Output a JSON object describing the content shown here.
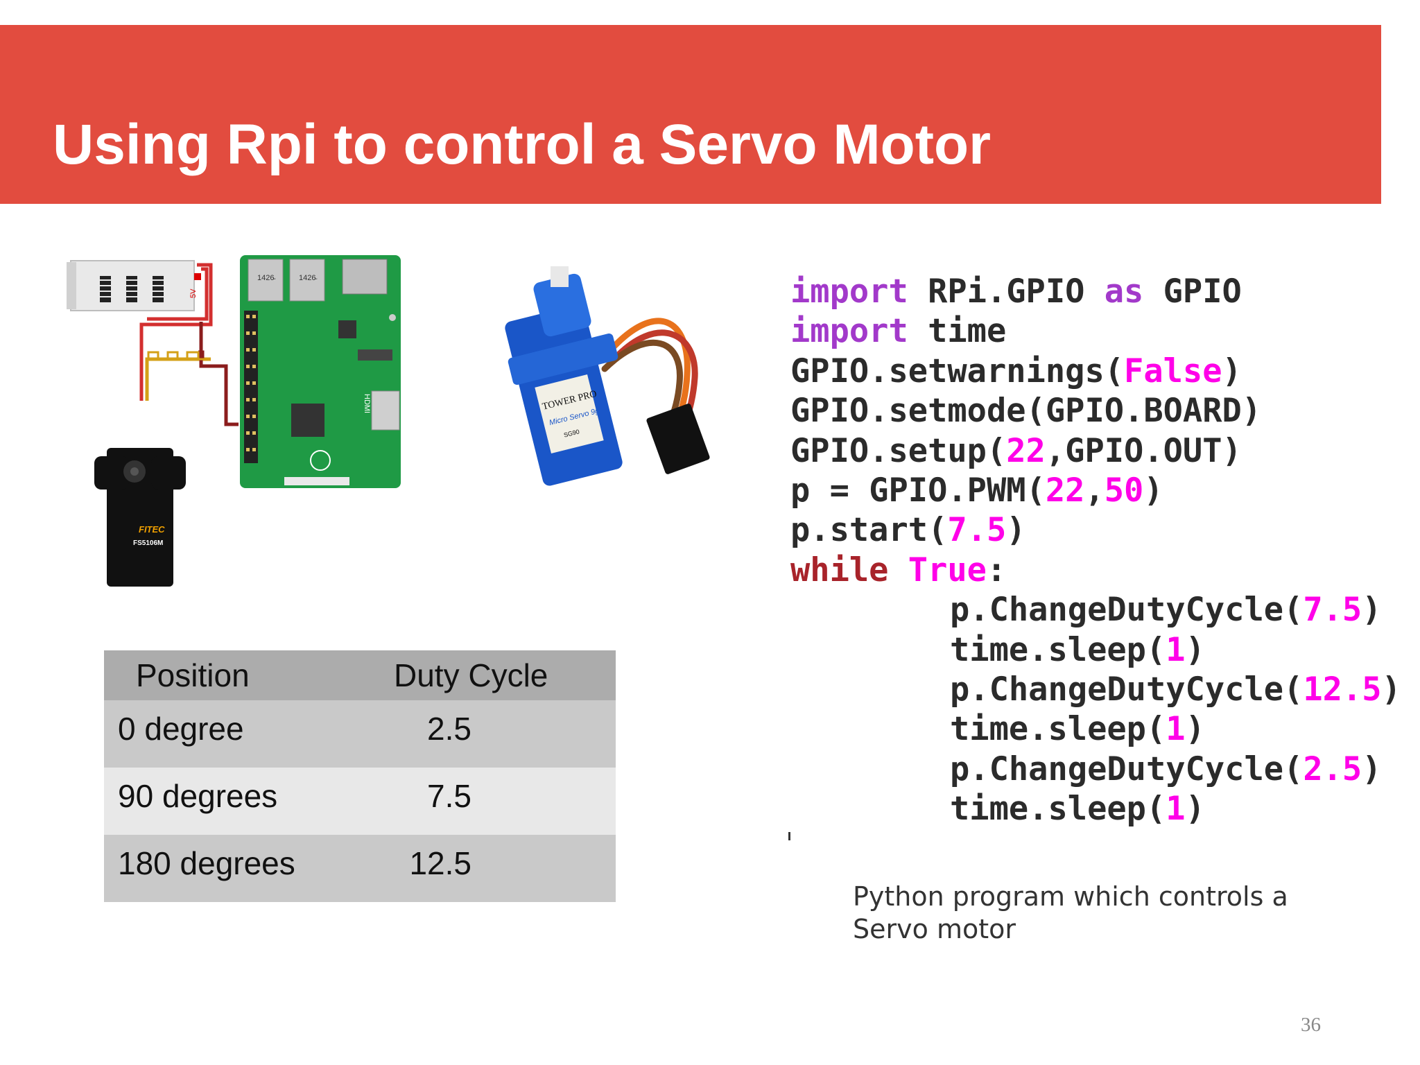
{
  "slide": {
    "title": "Using Rpi to control a Servo Motor",
    "page_number": "36",
    "caption": "Python program which  controls a Servo motor"
  },
  "images": {
    "wiring": {
      "power_label": "5V",
      "usb_labels": [
        "1426̵",
        "1426̵"
      ],
      "hdmi_label": "HDMI",
      "servo_brand": "FITEC",
      "servo_model": "FS5106M"
    },
    "micro_servo": {
      "brand": "TOWER PRO",
      "model": "Micro Servo 9g",
      "part": "SG90"
    }
  },
  "table": {
    "headers": [
      "Position",
      "Duty Cycle"
    ],
    "rows": [
      [
        "0 degree",
        "2.5"
      ],
      [
        "90 degrees",
        "7.5"
      ],
      [
        "180 degrees",
        "12.5"
      ]
    ]
  },
  "code": {
    "lines": [
      "import RPi.GPIO as GPIO",
      "import time",
      "GPIO.setwarnings(False)",
      "GPIO.setmode(GPIO.BOARD)",
      "GPIO.setup(22,GPIO.OUT)",
      "p = GPIO.PWM(22,50)",
      "p.start(7.5)",
      "while True:",
      "p.ChangeDutyCycle(7.5)",
      "time.sleep(1)",
      "p.ChangeDutyCycle(12.5)",
      "time.sleep(1)",
      "p.ChangeDutyCycle(2.5)",
      "time.sleep(1)"
    ],
    "colors": {
      "keyword": "#a239ca",
      "control_keyword": "#a8232a",
      "literal": "#ff00e8",
      "default": "#2b2b2b"
    }
  },
  "colors": {
    "title_bar": "#e24c3f",
    "table_header": "#acacac",
    "table_row_dark": "#c9c9c9",
    "table_row_light": "#e8e8e8"
  }
}
